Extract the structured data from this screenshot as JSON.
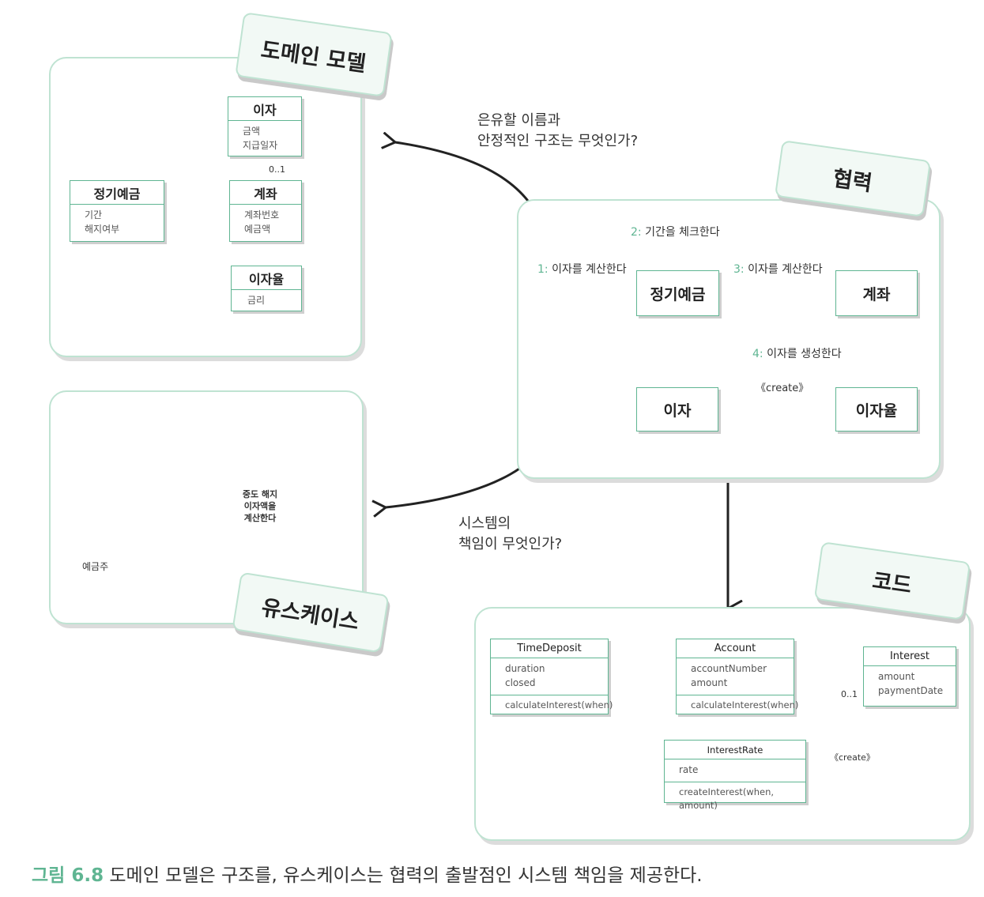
{
  "domain_panel": {
    "tab": "도메인 모델",
    "classes": {
      "interest": {
        "name": "이자",
        "attrs": [
          "금액",
          "지급일자"
        ]
      },
      "deposit": {
        "name": "정기예금",
        "attrs": [
          "기간",
          "해지여부"
        ]
      },
      "account": {
        "name": "계좌",
        "attrs": [
          "계좌번호",
          "예금액"
        ]
      },
      "rate": {
        "name": "이자율",
        "attrs": [
          "금리"
        ]
      }
    },
    "multiplicity": "0..1"
  },
  "question_top": [
    "은유할 이름과",
    "안정적인 구조는 무엇인가?"
  ],
  "collab_panel": {
    "tab": "협력",
    "objects": {
      "deposit": "정기예금",
      "account": "계좌",
      "interest": "이자",
      "rate": "이자율"
    },
    "messages": [
      {
        "num": "1:",
        "text": "이자를 계산한다"
      },
      {
        "num": "2:",
        "text": "기간을 체크한다"
      },
      {
        "num": "3:",
        "text": "이자를 계산한다"
      },
      {
        "num": "4:",
        "text": "이자를 생성한다"
      }
    ],
    "stereotype": "《create》"
  },
  "usecase_panel": {
    "tab": "유스케이스",
    "actor": "예금주",
    "usecase": [
      "중도 해지",
      "이자액을",
      "계산한다"
    ]
  },
  "question_bottom": [
    "시스템의",
    "책임이 무엇인가?"
  ],
  "code_panel": {
    "tab": "코드",
    "classes": {
      "time_deposit": {
        "name": "TimeDeposit",
        "attrs": [
          "duration",
          "closed"
        ],
        "ops": [
          "calculateInterest(when)"
        ]
      },
      "account": {
        "name": "Account",
        "attrs": [
          "accountNumber",
          "amount"
        ],
        "ops": [
          "calculateInterest(when)"
        ]
      },
      "interest": {
        "name": "Interest",
        "attrs": [
          "amount",
          "paymentDate"
        ]
      },
      "interest_rate": {
        "name": "InterestRate",
        "attrs": [
          "rate"
        ],
        "ops": [
          "createInterest(when, amount)"
        ]
      }
    },
    "multiplicity": "0..1",
    "stereotype": "《create》"
  },
  "caption": {
    "label": "그림 6.8",
    "text": "도메인 모델은 구조를, 유스케이스는 협력의 출발점인 시스템 책임을 제공한다."
  },
  "colors": {
    "accent": "#5fb592",
    "panel_border": "#bfe3d2",
    "caption_label": "#5fb592"
  }
}
